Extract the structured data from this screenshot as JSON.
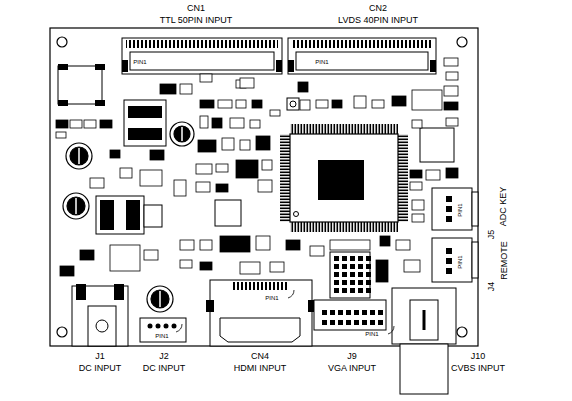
{
  "diagram": {
    "labels": [
      "CN1",
      "TTL 50PIN INPUT",
      "CN2",
      "LVDS 40PIN INPUT",
      "PIN1",
      "PIN1",
      "J5",
      "ADC KEY",
      "J4",
      "REMOTE",
      "PIN1",
      "PIN1",
      "PIN1",
      "PIN1",
      "PIN1",
      "J1",
      "DC INPUT",
      "J2",
      "DC INPUT",
      "CN4",
      "HDMI INPUT",
      "J9",
      "VGA INPUT",
      "J10",
      "CVBS INPUT"
    ]
  }
}
